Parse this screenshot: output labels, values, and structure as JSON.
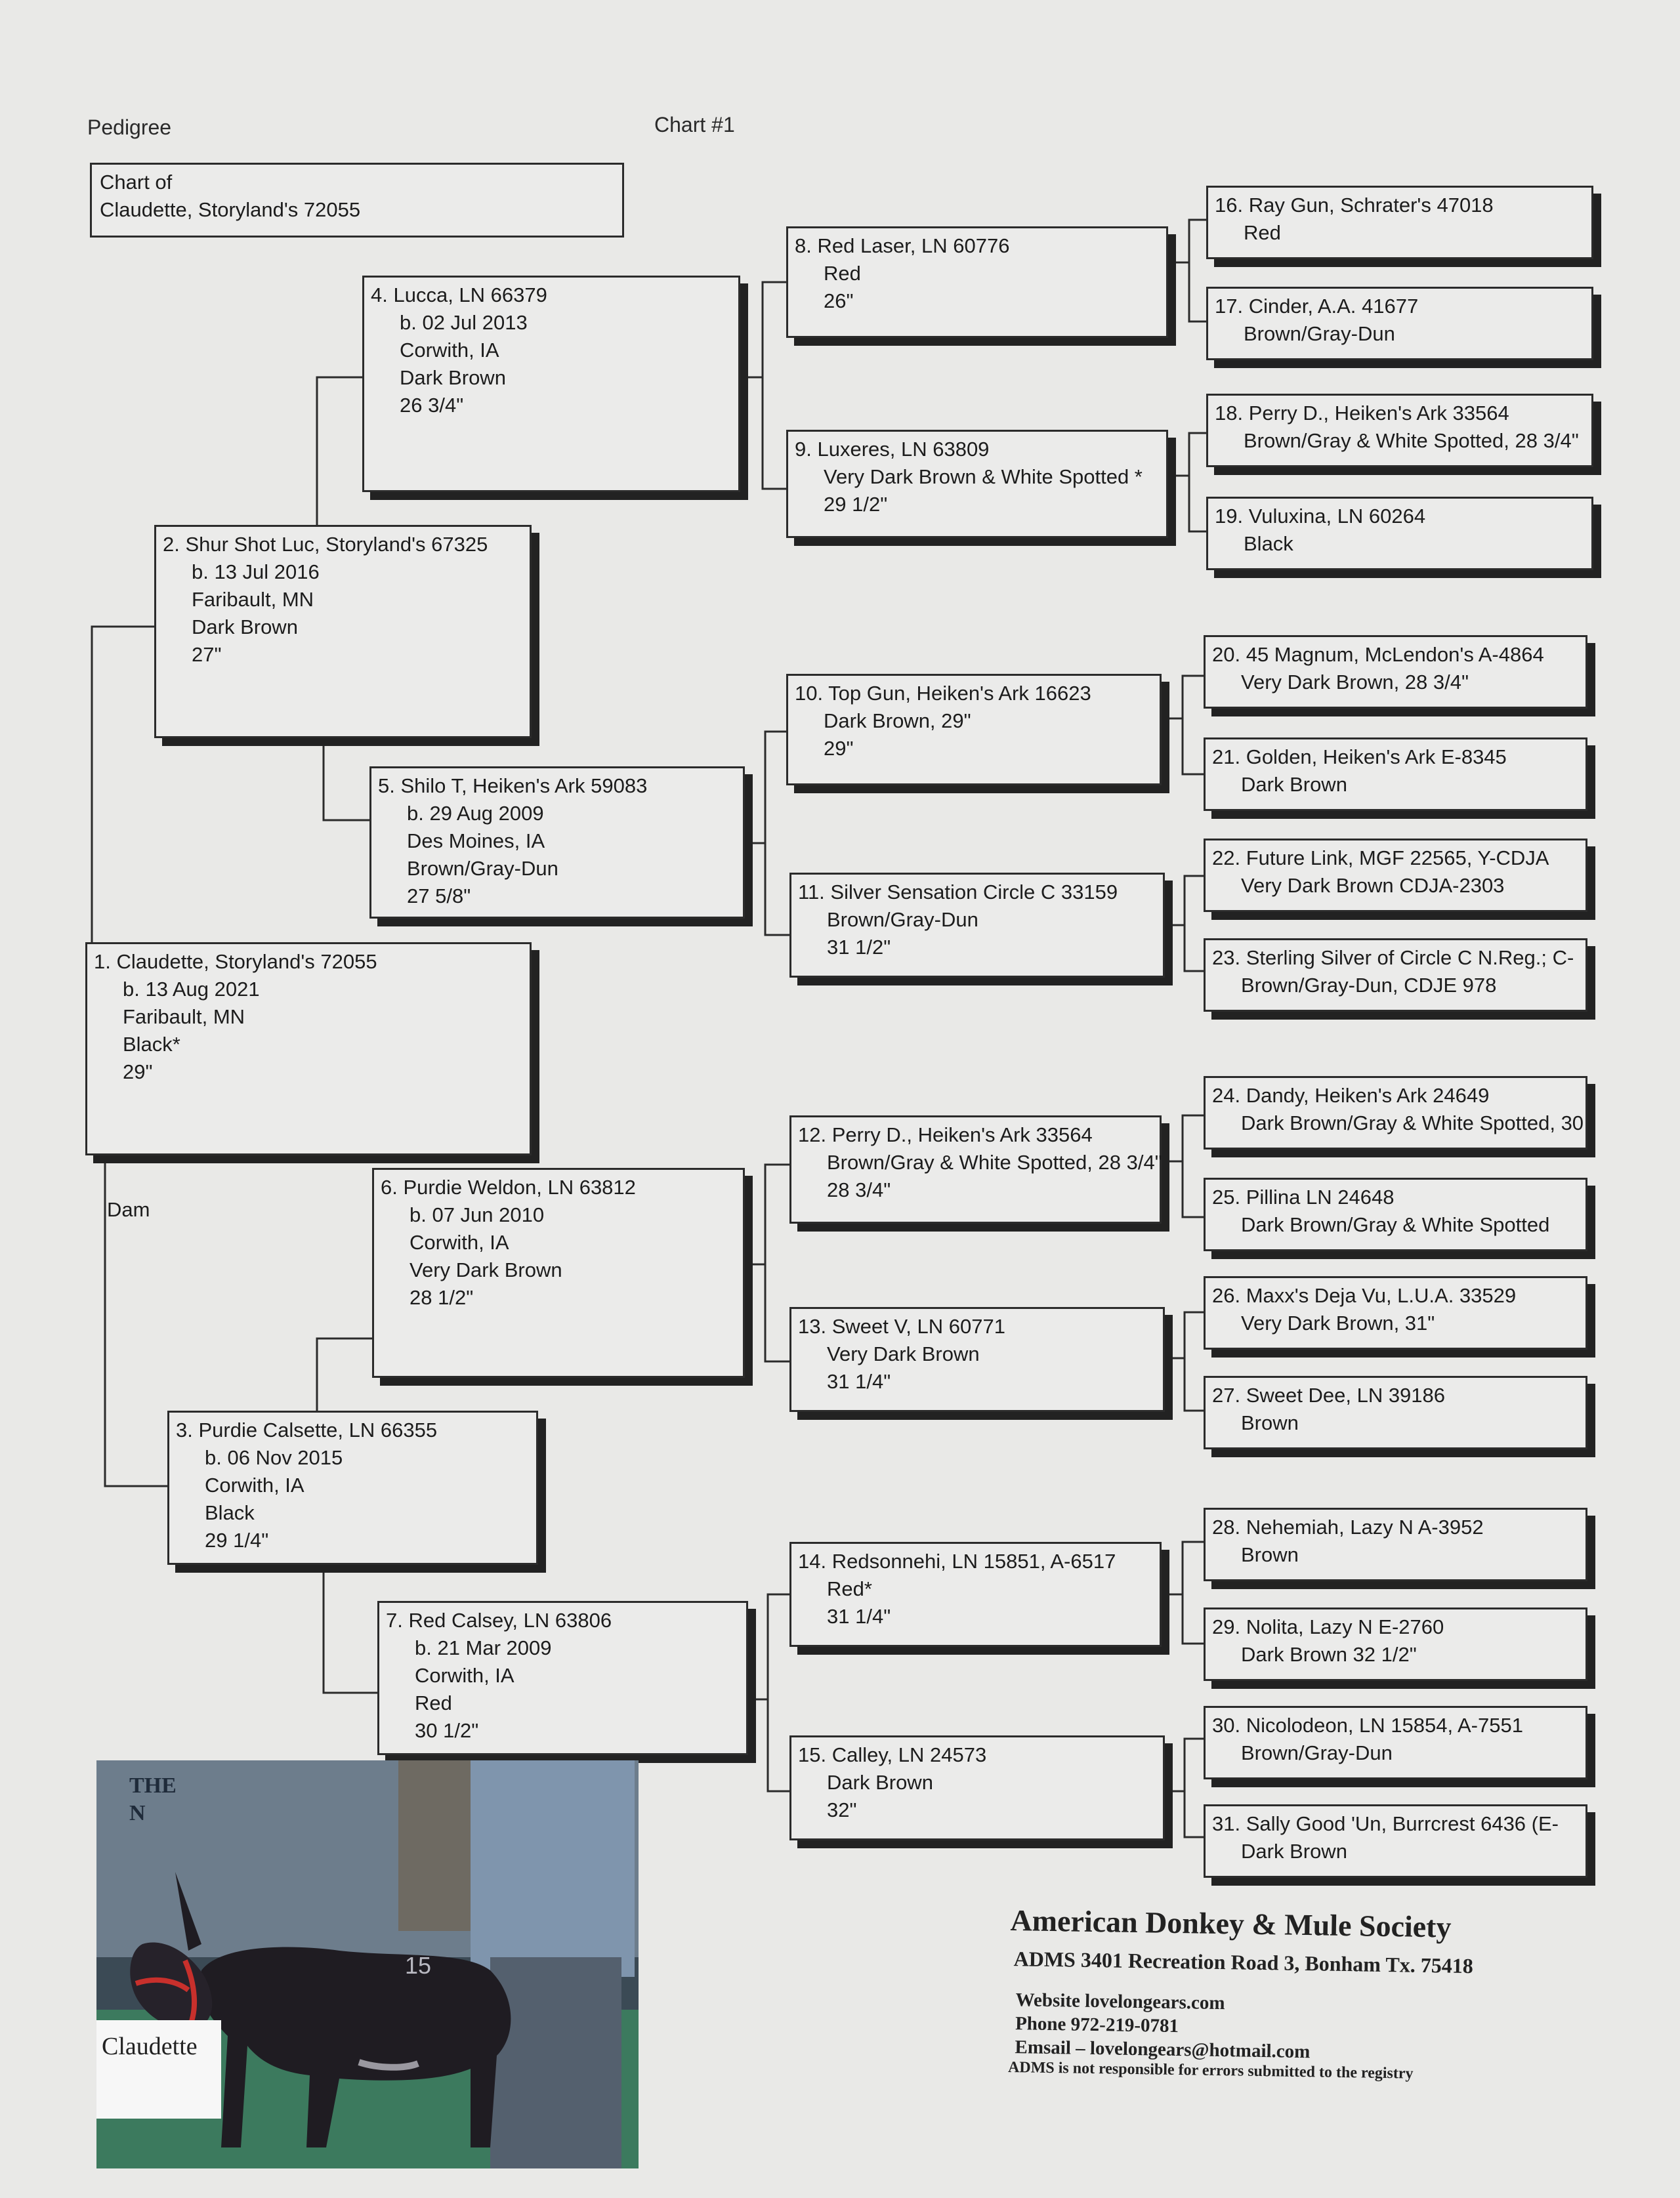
{
  "header": {
    "pedigree": "Pedigree",
    "chart_number": "Chart #1"
  },
  "chart_of": {
    "line1": "Chart of",
    "line2": "Claudette, Storyland's 72055"
  },
  "dam_label": "Dam",
  "animals": {
    "a1": {
      "title": "1. Claudette, Storyland's 72055",
      "lines": [
        "b. 13 Aug 2021",
        "Faribault, MN",
        "Black*",
        "29\""
      ]
    },
    "a2": {
      "title": "2. Shur Shot Luc, Storyland's 67325",
      "lines": [
        "b. 13 Jul 2016",
        "Faribault, MN",
        "Dark Brown",
        "27\""
      ]
    },
    "a3": {
      "title": "3. Purdie Calsette, LN 66355",
      "lines": [
        "b. 06 Nov 2015",
        "Corwith, IA",
        "Black",
        "29 1/4\""
      ]
    },
    "a4": {
      "title": "4. Lucca, LN 66379",
      "lines": [
        "b. 02 Jul 2013",
        "Corwith, IA",
        "Dark Brown",
        "26 3/4\""
      ]
    },
    "a5": {
      "title": "5. Shilo T, Heiken's Ark 59083",
      "lines": [
        "b. 29 Aug 2009",
        "Des Moines, IA",
        "Brown/Gray-Dun",
        "27 5/8\""
      ]
    },
    "a6": {
      "title": "6. Purdie Weldon, LN 63812",
      "lines": [
        "b. 07 Jun 2010",
        "Corwith, IA",
        "Very Dark Brown",
        "28 1/2\""
      ]
    },
    "a7": {
      "title": "7. Red Calsey, LN 63806",
      "lines": [
        "b. 21 Mar 2009",
        "Corwith, IA",
        "Red",
        "30 1/2\""
      ]
    },
    "a8": {
      "title": "8. Red Laser, LN 60776",
      "lines": [
        "Red",
        "26\""
      ]
    },
    "a9": {
      "title": "9. Luxeres, LN 63809",
      "lines": [
        "Very Dark Brown & White Spotted *",
        "29 1/2\""
      ]
    },
    "a10": {
      "title": "10. Top Gun, Heiken's Ark 16623",
      "lines": [
        "Dark Brown, 29\"",
        "29\""
      ]
    },
    "a11": {
      "title": "11. Silver Sensation Circle C 33159",
      "lines": [
        "Brown/Gray-Dun",
        "31 1/2\""
      ]
    },
    "a12": {
      "title": "12. Perry D., Heiken's Ark 33564",
      "lines": [
        "Brown/Gray & White Spotted, 28 3/4\"",
        "28 3/4\""
      ]
    },
    "a13": {
      "title": "13. Sweet V, LN 60771",
      "lines": [
        "Very Dark Brown",
        "31 1/4\""
      ]
    },
    "a14": {
      "title": "14. Redsonnehi, LN 15851, A-6517",
      "lines": [
        "Red*",
        "31 1/4\""
      ]
    },
    "a15": {
      "title": "15. Calley, LN 24573",
      "lines": [
        "Dark Brown",
        "32\""
      ]
    },
    "a16": {
      "title": "16. Ray Gun, Schrater's 47018",
      "lines": [
        "Red"
      ]
    },
    "a17": {
      "title": "17. Cinder, A.A. 41677",
      "lines": [
        "Brown/Gray-Dun"
      ]
    },
    "a18": {
      "title": "18. Perry D., Heiken's Ark 33564",
      "lines": [
        "Brown/Gray & White Spotted, 28 3/4\""
      ]
    },
    "a19": {
      "title": "19. Vuluxina, LN 60264",
      "lines": [
        "Black"
      ]
    },
    "a20": {
      "title": "20. 45 Magnum, McLendon's A-4864",
      "lines": [
        "Very Dark Brown, 28 3/4\""
      ]
    },
    "a21": {
      "title": "21. Golden, Heiken's Ark E-8345",
      "lines": [
        "Dark Brown"
      ]
    },
    "a22": {
      "title": "22. Future Link, MGF 22565, Y-CDJA",
      "lines": [
        "Very Dark Brown   CDJA-2303"
      ]
    },
    "a23": {
      "title": "23. Sterling Silver of Circle C N.Reg.; C-",
      "lines": [
        "Brown/Gray-Dun, CDJE 978"
      ]
    },
    "a24": {
      "title": "24. Dandy, Heiken's Ark 24649",
      "lines": [
        "Dark Brown/Gray & White Spotted, 30"
      ]
    },
    "a25": {
      "title": "25. Pillina LN 24648",
      "lines": [
        "Dark Brown/Gray & White Spotted"
      ]
    },
    "a26": {
      "title": "26. Maxx's Deja Vu, L.U.A. 33529",
      "lines": [
        "Very Dark Brown, 31\""
      ]
    },
    "a27": {
      "title": "27. Sweet Dee, LN 39186",
      "lines": [
        "Brown"
      ]
    },
    "a28": {
      "title": "28. Nehemiah, Lazy N A-3952",
      "lines": [
        "Brown"
      ]
    },
    "a29": {
      "title": "29. Nolita, Lazy N E-2760",
      "lines": [
        "Dark Brown   32 1/2\""
      ]
    },
    "a30": {
      "title": "30. Nicolodeon, LN 15854, A-7551",
      "lines": [
        "Brown/Gray-Dun"
      ]
    },
    "a31": {
      "title": "31. Sally Good 'Un, Burrcrest 6436 (E-",
      "lines": [
        "Dark Brown"
      ]
    }
  },
  "photo": {
    "caption": "Claudette",
    "sign_line1": "THE",
    "sign_line2": "N",
    "bib_number": "15"
  },
  "society": {
    "name": "American Donkey & Mule Society",
    "address": "ADMS 3401 Recreation Road 3, Bonham Tx. 75418",
    "website": "Website  lovelongears.com",
    "phone": "Phone  972-219-0781",
    "email": "Emsail – lovelongears@hotmail.com",
    "disclaimer": "ADMS is not responsible for errors submitted to the registry"
  }
}
